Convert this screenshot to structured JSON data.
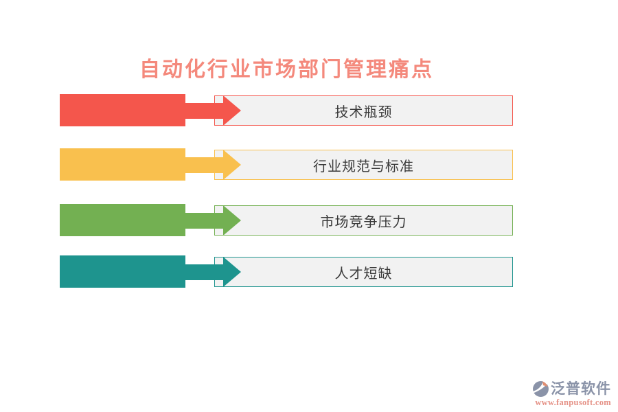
{
  "title": {
    "text": "自动化行业市场部门管理痛点",
    "color": "#F4897C"
  },
  "rows": [
    {
      "label": "技术瓶颈",
      "color": "#F4564C"
    },
    {
      "label": "行业规范与标准",
      "color": "#F9C04E"
    },
    {
      "label": "市场竞争压力",
      "color": "#73B052"
    },
    {
      "label": "人才短缺",
      "color": "#1E948E"
    }
  ],
  "box_style": {
    "background": "#F2F2F2",
    "text_color": "#3A3A3A"
  },
  "footer": {
    "brand": "泛普软件",
    "url": "www.fanpusoft.com",
    "brand_color": "#8A93A8",
    "url_color": "#E59287",
    "icon_accent_color": "#E08E72",
    "icon_base_color": "#8A93A8"
  }
}
